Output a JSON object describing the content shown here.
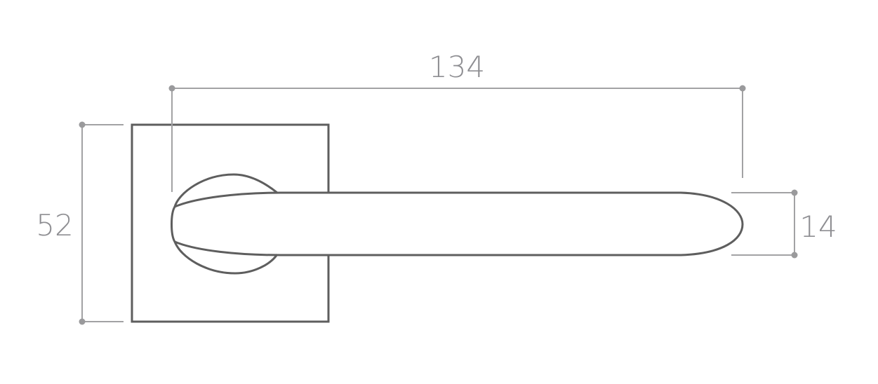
{
  "dimensions": {
    "length": "134",
    "rose_height": "52",
    "handle_thickness": "14"
  },
  "colors": {
    "outline": "#5e5e5e",
    "dimension": "#a2a2a4"
  }
}
